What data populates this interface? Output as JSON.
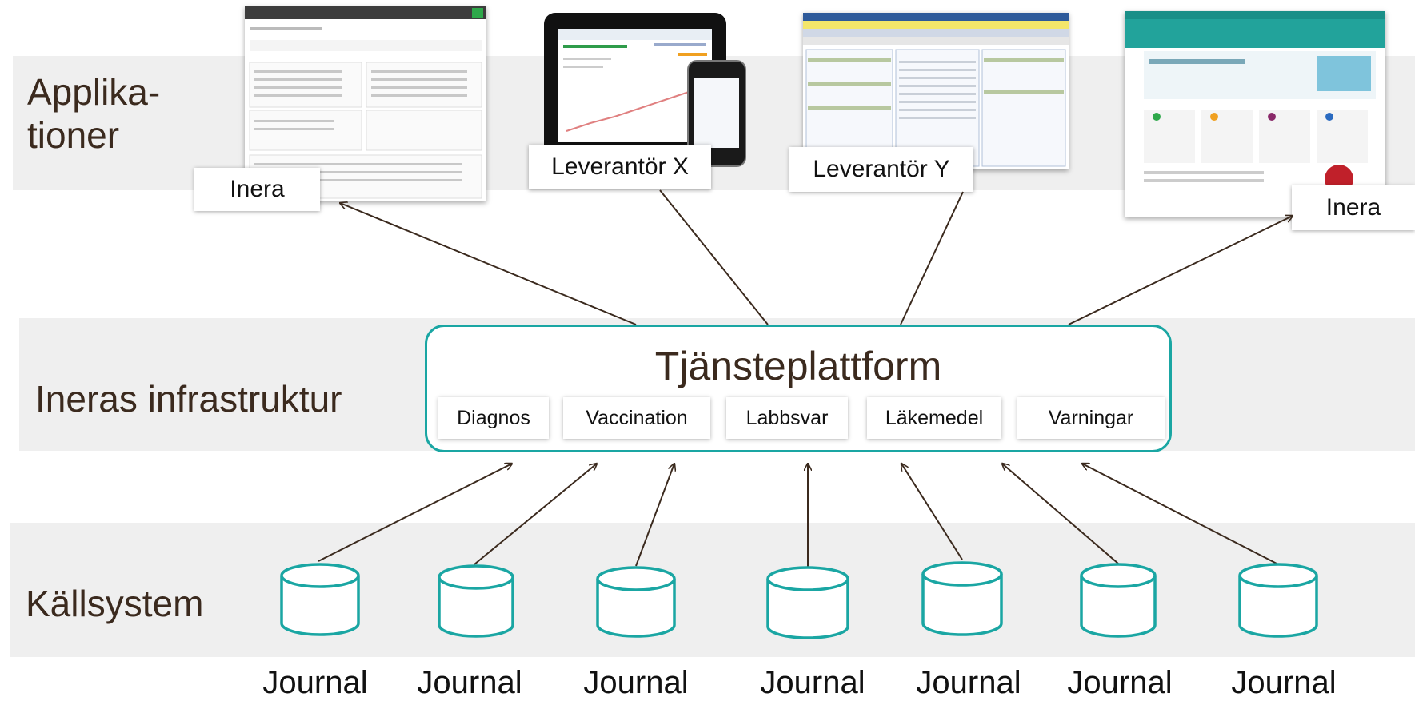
{
  "layers": {
    "applications": "Applika-\ntioner",
    "infrastructure": "Ineras infrastruktur",
    "source_systems": "Källsystem"
  },
  "applications": [
    "Inera",
    "Leverantör X",
    "Leverantör Y",
    "Inera"
  ],
  "platform": {
    "title": "Tjänsteplattform",
    "services": [
      "Diagnos",
      "Vaccination",
      "Labbsvar",
      "Läkemedel",
      "Varningar"
    ]
  },
  "journals": [
    "Journal",
    "Journal",
    "Journal",
    "Journal",
    "Journal",
    "Journal",
    "Journal"
  ],
  "colors": {
    "accent": "#1aa6a3",
    "band": "#efefef",
    "text": "#3b2a1e"
  }
}
